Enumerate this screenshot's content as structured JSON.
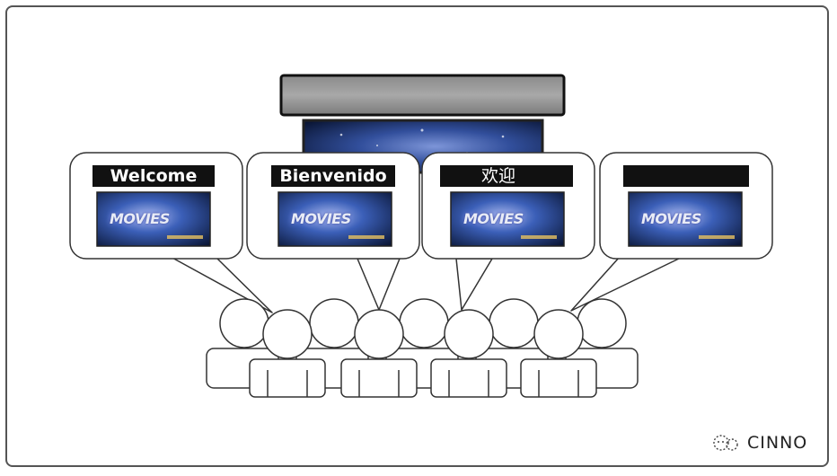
{
  "bubbles": [
    {
      "greeting": "Welcome",
      "screen_text": "MOVIES"
    },
    {
      "greeting": "Bienvenido",
      "screen_text": "MOVIES"
    },
    {
      "greeting": "欢迎",
      "screen_text": "MOVIES"
    },
    {
      "greeting": "",
      "screen_text": "MOVIES"
    }
  ],
  "watermark": {
    "text": "CINNO"
  },
  "colors": {
    "screen_dark": "#0a1636",
    "screen_mid": "#3b5fb8",
    "outline": "#333333"
  }
}
